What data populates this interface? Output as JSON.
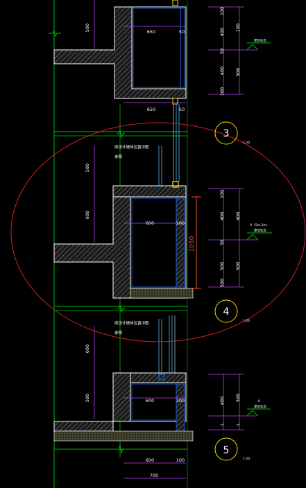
{
  "colors": {
    "background": "#000000",
    "wall": "#ffffff",
    "hatch": "#9a9a9a",
    "window_frame": "#1e6bff",
    "glass": "#4fc3f7",
    "axis_green": "#00c000",
    "dimension_magenta": "#b040ff",
    "cloud_red": "#d42020",
    "callout_yellow": "#ffe000",
    "highlight_text": "#ff5a1f",
    "dim_text": "#ffffff"
  },
  "icons": [
    "break-line-icon",
    "elevation-marker-icon",
    "slab-hatch-icon"
  ],
  "axes": {
    "axis_3": "3",
    "axis_4": "4",
    "axis_5": "5",
    "scale_3": "1:20",
    "scale_4": "1:20",
    "scale_5": "1:20"
  },
  "labels": {
    "note_upper": "原设计墙体位置详图",
    "note_upper_sub": "参照",
    "note_lower": "原设计墙体位置详图",
    "note_lower_sub": "参照",
    "elev_top": "建筑标高",
    "elev_mid_prefix": "H（5m,3m）",
    "elev_mid": "建筑标高",
    "elev_bot_prefix": "H",
    "elev_bot": "建筑标高"
  },
  "dims": {
    "left_top_500": "500",
    "top_650": "650",
    "top_50": "50",
    "mid_650": "650",
    "mid_50": "50",
    "left_mid_500": "500",
    "left_mid_600": "600",
    "h_600": "600",
    "h_100": "100",
    "height_1050": "1050",
    "left_low_600": "600",
    "left_low_500": "500",
    "low_600": "600",
    "low_100": "100",
    "bot_600": "600",
    "bot_100": "100",
    "bot_700": "700",
    "r1_100": "100",
    "r1_400": "400",
    "r1_50": "50",
    "r1_400b": "400",
    "r1_100b": "100",
    "r1_side_100": "100",
    "r1_side_500": "500",
    "r2_100": "100",
    "r2_400": "400",
    "r2_500": "500",
    "r2_50": "50",
    "r2_500b": "500",
    "r2_side_400": "400",
    "r2_side_500": "500",
    "r3_400": "400",
    "r3_500": "500",
    "r3_L": "L",
    "r3_L2": "L"
  }
}
